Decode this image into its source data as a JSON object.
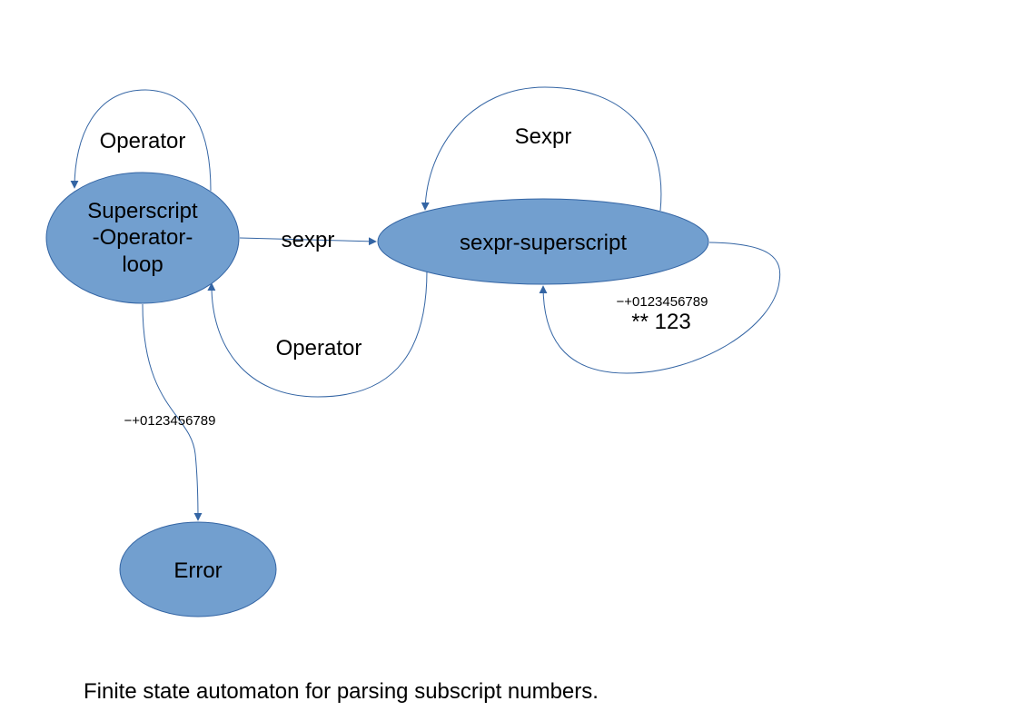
{
  "colors": {
    "node_fill": "#729fcf",
    "node_stroke": "#3465a4",
    "edge": "#3465a4"
  },
  "states": {
    "loop": {
      "line1": "Superscript",
      "line2": "-Operator-",
      "line3": "loop"
    },
    "sexpr": {
      "label": "sexpr-superscript"
    },
    "error": {
      "label": "Error"
    }
  },
  "edges": {
    "loop_self": "Operator",
    "loop_to_sexpr": "sexpr",
    "sexpr_self_top": "Sexpr",
    "sexpr_to_loop": "Operator",
    "sexpr_self_right_line1": "−+0123456789",
    "sexpr_self_right_line2": "** 123",
    "loop_to_error": "−+0123456789"
  },
  "caption": "Finite state automaton for parsing subscript numbers."
}
